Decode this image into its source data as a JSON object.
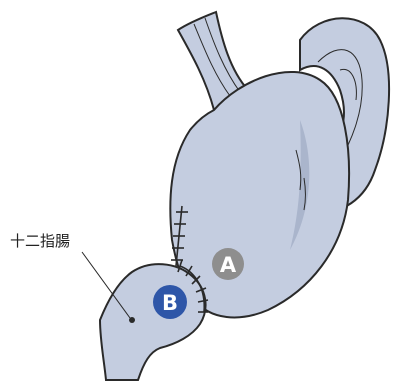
{
  "diagram": {
    "label_duodenum": "十二指腸",
    "badge_a": "A",
    "badge_b": "B"
  },
  "colors": {
    "organ_fill": "#c4cde0",
    "organ_shade": "#aab5cc",
    "outline": "#2a2a2a",
    "badge_a": "#8e8e8e",
    "badge_b": "#2e56a8",
    "suture": "#2a2a2a"
  }
}
